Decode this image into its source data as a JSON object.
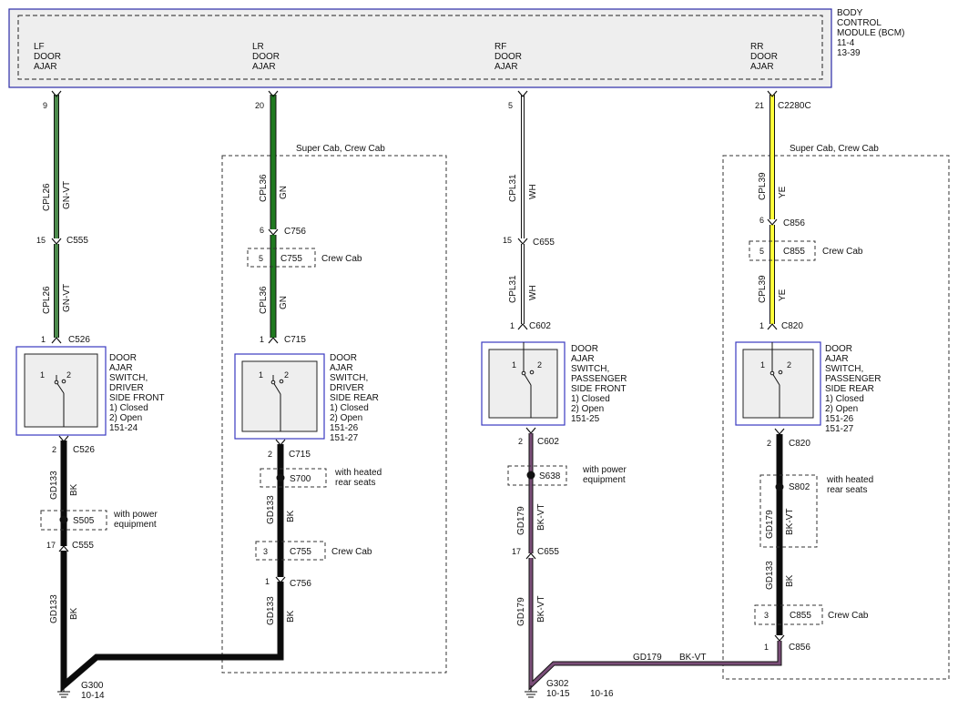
{
  "bcm": {
    "name_lines": [
      "BODY",
      "CONTROL",
      "MODULE (BCM)",
      "11-4",
      "13-39"
    ],
    "inputs": [
      [
        "LF",
        "DOOR",
        "AJAR"
      ],
      [
        "LR",
        "DOOR",
        "AJAR"
      ],
      [
        "RF",
        "DOOR",
        "AJAR"
      ],
      [
        "RR",
        "DOOR",
        "AJAR"
      ]
    ]
  },
  "colors": {
    "green": "#1f7a1f",
    "gn_vt": "#4c8a4c",
    "white": "#ffffff",
    "yellow": "#ffff3a",
    "black": "#0a0a0a",
    "bk_vt": "#7a4e78",
    "module_border": "#2c2ca8"
  },
  "pins": {
    "lf_bcm": "9",
    "lr_bcm": "20",
    "rf_bcm": "5",
    "rr_bcm": "21",
    "p15": "15",
    "p6": "6",
    "p5": "5",
    "p1": "1",
    "p2": "2",
    "p17": "17",
    "p3": "3"
  },
  "connectors": {
    "c2280c": "C2280C",
    "c555": "C555",
    "c526": "C526",
    "c756": "C756",
    "c755": "C755",
    "c715": "C715",
    "c655": "C655",
    "c602": "C602",
    "c856": "C856",
    "c855": "C855",
    "c820": "C820"
  },
  "splices": {
    "s505": "S505",
    "s700": "S700",
    "s638": "S638",
    "s802": "S802"
  },
  "circuits": {
    "cpl26": "CPL26",
    "cpl36": "CPL36",
    "cpl31": "CPL31",
    "cpl39": "CPL39",
    "gd133": "GD133",
    "gd179": "GD179"
  },
  "wire_colors": {
    "gn_vt": "GN-VT",
    "gn": "GN",
    "wh": "WH",
    "ye": "YE",
    "bk": "BK",
    "bk_vt": "BK-VT"
  },
  "notes": {
    "super_crew": "Super Cab, Crew Cab",
    "crew_cab": "Crew Cab",
    "power_equipment": [
      "with power",
      "equipment"
    ],
    "heated_seats": [
      "with heated",
      "rear seats"
    ]
  },
  "switches": [
    {
      "pins": [
        "1",
        "2"
      ],
      "lines": [
        "DOOR",
        "AJAR",
        "SWITCH,",
        "DRIVER",
        "SIDE FRONT",
        "1) Closed",
        "2) Open",
        "151-24"
      ]
    },
    {
      "pins": [
        "1",
        "2"
      ],
      "lines": [
        "DOOR",
        "AJAR",
        "SWITCH,",
        "DRIVER",
        "SIDE REAR",
        "1) Closed",
        "2) Open",
        "151-26",
        "151-27"
      ]
    },
    {
      "pins": [
        "1",
        "2"
      ],
      "lines": [
        "DOOR",
        "AJAR",
        "SWITCH,",
        "PASSENGER",
        "SIDE FRONT",
        "1) Closed",
        "2) Open",
        "151-25"
      ]
    },
    {
      "pins": [
        "1",
        "2"
      ],
      "lines": [
        "DOOR",
        "AJAR",
        "SWITCH,",
        "PASSENGER",
        "SIDE REAR",
        "1) Closed",
        "2) Open",
        "151-26",
        "151-27"
      ]
    }
  ],
  "grounds": [
    {
      "name": "G300",
      "ref": "10-14"
    },
    {
      "name": "G302",
      "ref": "10-15",
      "ref2": "10-16"
    }
  ]
}
